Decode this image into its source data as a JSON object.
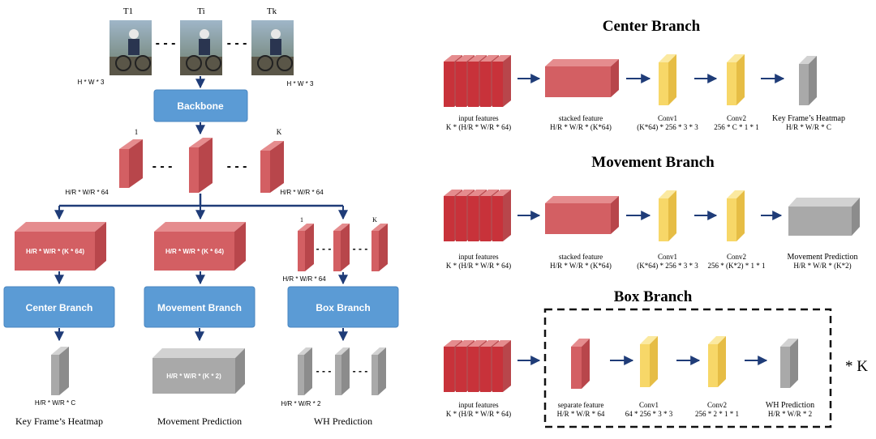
{
  "colors": {
    "red_front": "#d35f63",
    "red_top": "#e58c8e",
    "red_side": "#b8464b",
    "dark_red_front": "#c8323a",
    "yellow_front": "#f7d768",
    "yellow_top": "#fbe9a0",
    "yellow_side": "#e6bd45",
    "gray_front": "#a9a9a9",
    "gray_top": "#d2d2d2",
    "gray_side": "#8c8c8c",
    "blue_box": "#5b9bd5",
    "arrow": "#1f3c78"
  },
  "frames": {
    "t1": "T1",
    "ti": "Ti",
    "tk": "Tk",
    "dims_left": "H * W * 3",
    "dims_right": "H * W * 3",
    "dots1": "- - -",
    "dots2": "- - -"
  },
  "overview": {
    "backbone": "Backbone",
    "feat_first_idx": "1",
    "feat_last_idx": "K",
    "feat_dims_left": "H/R * W/R * 64",
    "feat_dims_right": "H/R * W/R * 64",
    "feat_dots1": "- - -",
    "feat_dots2": "- - -",
    "stacked_center": "H/R * W/R * (K * 64)",
    "stacked_movement": "H/R * W/R * (K * 64)",
    "box_first_idx": "1",
    "box_last_idx": "K",
    "box_dims": "H/R * W/R * 64",
    "center_branch": "Center Branch",
    "movement_branch": "Movement Branch",
    "box_branch": "Box Branch",
    "heatmap_dims": "H/R * W/R * C",
    "movement_out": "H/R * W/R * (K * 2)",
    "wh_dims": "H/R * W/R * 2",
    "heatmap_label": "Key Frame’s Heatmap",
    "movement_label": "Movement Prediction",
    "wh_label": "WH Prediction",
    "dots": "- - -"
  },
  "center_panel": {
    "title": "Center Branch",
    "input_label": "input features",
    "input_dims": "K * (H/R * W/R * 64)",
    "stacked_label": "stacked feature",
    "stacked_dims": "H/R * W/R * (K*64)",
    "conv1_label": "Conv1",
    "conv1_dims": "(K*64) * 256 * 3 * 3",
    "conv2_label": "Conv2",
    "conv2_dims": "256 * C * 1 * 1",
    "out_label": "Key Frame’s Heatmap",
    "out_dims": "H/R * W/R * C"
  },
  "movement_panel": {
    "title": "Movement Branch",
    "input_label": "input features",
    "input_dims": "K * (H/R * W/R * 64)",
    "stacked_label": "stacked feature",
    "stacked_dims": "H/R * W/R * (K*64)",
    "conv1_label": "Conv1",
    "conv1_dims": "(K*64) * 256 * 3 * 3",
    "conv2_label": "Conv2",
    "conv2_dims": "256 * (K*2) * 1 * 1",
    "out_label": "Movement Prediction",
    "out_dims": "H/R * W/R * (K*2)"
  },
  "box_panel": {
    "title": "Box Branch",
    "input_label": "input features",
    "input_dims": "K * (H/R * W/R * 64)",
    "separate_label": "separate feature",
    "separate_dims": "H/R * W/R * 64",
    "conv1_label": "Conv1",
    "conv1_dims": "64 * 256 * 3 * 3",
    "conv2_label": "Conv2",
    "conv2_dims": "256 * 2 * 1 * 1",
    "out_label": "WH Prediction",
    "out_dims": "H/R * W/R * 2",
    "times_k": "* K"
  }
}
